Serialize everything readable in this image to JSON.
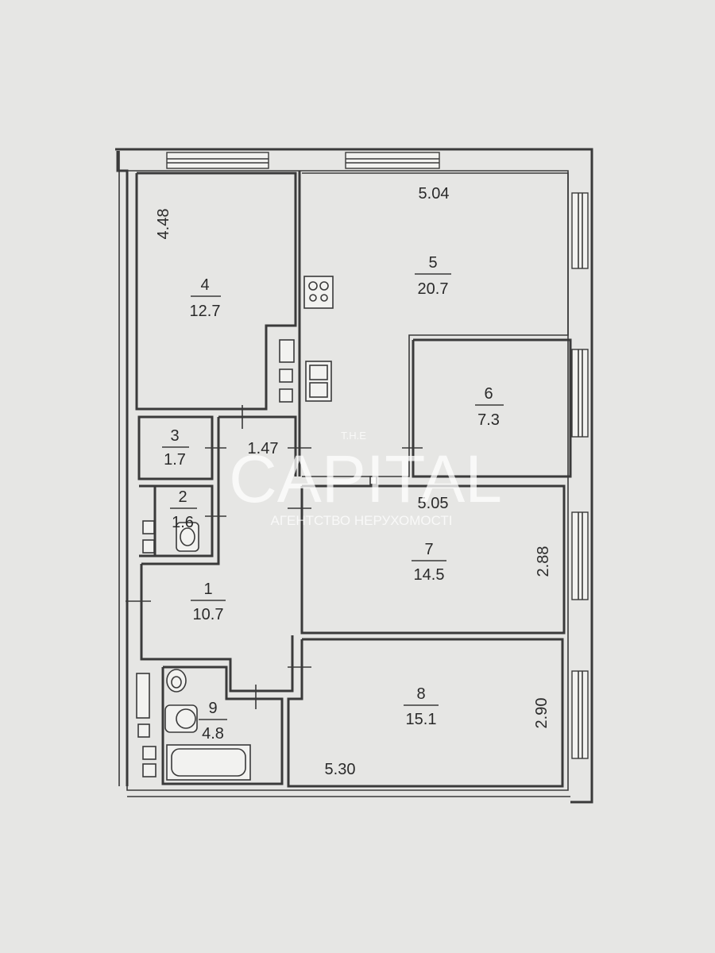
{
  "rooms": [
    {
      "id": "room-1",
      "number": "1",
      "area": "10.7"
    },
    {
      "id": "room-2",
      "number": "2",
      "area": "1.6"
    },
    {
      "id": "room-3",
      "number": "3",
      "area": "1.7"
    },
    {
      "id": "room-4",
      "number": "4",
      "area": "12.7"
    },
    {
      "id": "room-5",
      "number": "5",
      "area": "20.7"
    },
    {
      "id": "room-6",
      "number": "6",
      "area": "7.3"
    },
    {
      "id": "room-7",
      "number": "7",
      "area": "14.5"
    },
    {
      "id": "room-8",
      "number": "8",
      "area": "15.1"
    },
    {
      "id": "room-9",
      "number": "9",
      "area": "4.8"
    }
  ],
  "dimensions": {
    "room4_height": "4.48",
    "room5_width": "5.04",
    "corridor_area": "1.47",
    "room7_width": "5.05",
    "room7_height": "2.88",
    "room8_height": "2.90",
    "room8_width": "5.30"
  },
  "watermark": {
    "top": "T.H.E",
    "main": "CAPITAL",
    "subtitle": "АГЕНТСТВО НЕРУХОМОСТІ"
  },
  "colors": {
    "paper": "#e6e6e4",
    "ink": "#3a3a3a"
  }
}
